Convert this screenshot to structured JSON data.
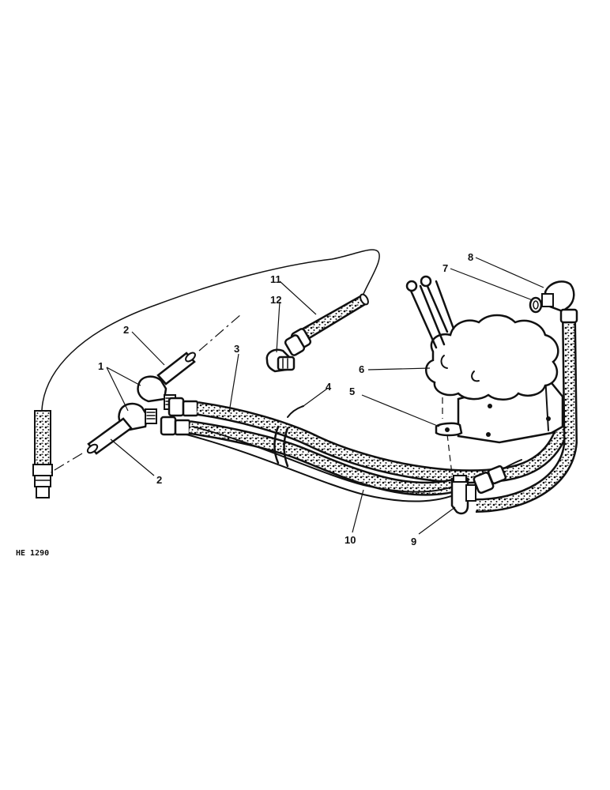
{
  "diagram": {
    "reference_code": "HE 1290",
    "callouts": {
      "c1": "1",
      "c2a": "2",
      "c2b": "2",
      "c3": "3",
      "c4": "4",
      "c5": "5",
      "c6": "6",
      "c7": "7",
      "c8": "8",
      "c9": "9",
      "c10": "10",
      "c11": "11",
      "c12": "12"
    }
  }
}
